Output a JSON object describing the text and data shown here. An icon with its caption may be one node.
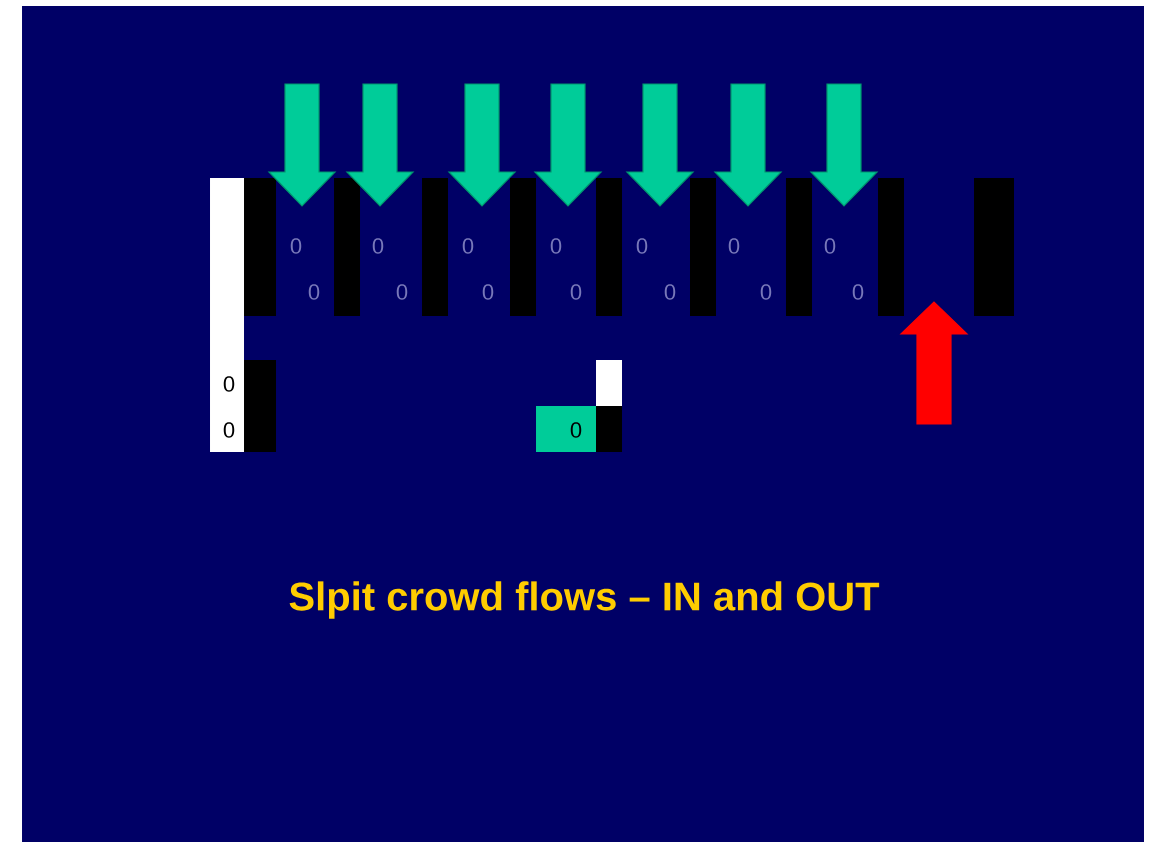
{
  "diagram": {
    "title": "Slpit crowd flows – IN and OUT",
    "nodes": [
      {
        "text": [
          "0",
          "0"
        ]
      },
      {
        "text": [
          "0"
        ]
      }
    ],
    "labels": [
      "0",
      "0",
      "0",
      "0",
      "0",
      "0",
      "0",
      "0",
      "0",
      "0",
      "0",
      "0",
      "0",
      "0"
    ]
  }
}
